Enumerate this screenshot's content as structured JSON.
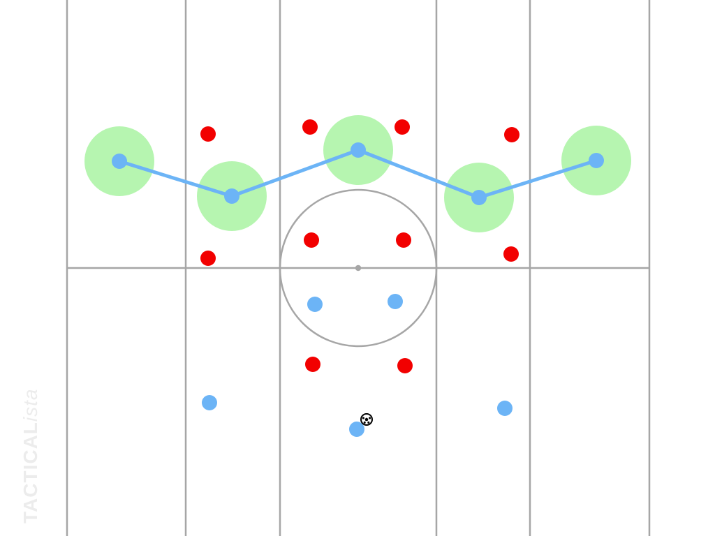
{
  "watermark": {
    "part1": "TACTICAL",
    "part2": "ista"
  },
  "colors": {
    "pitch_line": "#a6a6a6",
    "home_team": "#6cb4f6",
    "away_team": "#f20000",
    "zone_highlight": "#b6f5b0",
    "link_line": "#6cb4f6",
    "ball": "#000000"
  },
  "team_home": {
    "name": "blue-team",
    "players": [
      {
        "id": "b1",
        "row": "front-line",
        "highlighted": true
      },
      {
        "id": "b2",
        "row": "front-line",
        "highlighted": true
      },
      {
        "id": "b3",
        "row": "front-line",
        "highlighted": true
      },
      {
        "id": "b4",
        "row": "front-line",
        "highlighted": true
      },
      {
        "id": "b5",
        "row": "front-line",
        "highlighted": true
      },
      {
        "id": "b6",
        "row": "midfield",
        "highlighted": false
      },
      {
        "id": "b7",
        "row": "midfield",
        "highlighted": false
      },
      {
        "id": "b8",
        "row": "back",
        "highlighted": false
      },
      {
        "id": "b9",
        "row": "back",
        "highlighted": false
      },
      {
        "id": "b10",
        "row": "back",
        "highlighted": false,
        "has_ball": true
      }
    ]
  },
  "team_away": {
    "name": "red-team",
    "players": [
      {
        "id": "r1"
      },
      {
        "id": "r2"
      },
      {
        "id": "r3"
      },
      {
        "id": "r4"
      },
      {
        "id": "r5"
      },
      {
        "id": "r6"
      },
      {
        "id": "r7"
      },
      {
        "id": "r8"
      },
      {
        "id": "r9"
      },
      {
        "id": "r10"
      }
    ]
  },
  "front_line_link": {
    "connects": [
      "b1",
      "b2",
      "b3",
      "b4",
      "b5"
    ]
  },
  "ball": {
    "icon": "soccer-ball-icon",
    "near_player": "b10"
  }
}
